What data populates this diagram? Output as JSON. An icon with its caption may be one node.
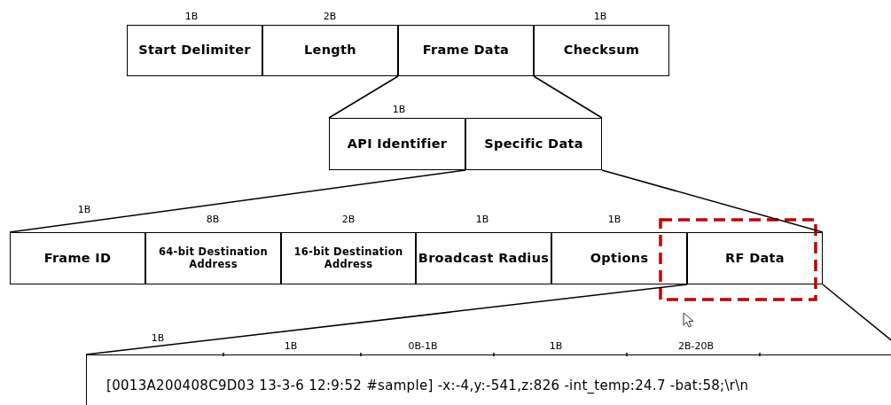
{
  "diagram": {
    "nodes": [
      {
        "text": [
          "Start Delimiter"
        ]
      },
      {
        "text": [
          "Length"
        ]
      },
      {
        "text": [
          "Frame Data"
        ]
      },
      {
        "text": [
          "Checksum"
        ]
      },
      {
        "text": [
          "API Identifier"
        ]
      },
      {
        "text": [
          "Specific Data"
        ]
      },
      {
        "text": [
          "Frame ID"
        ]
      },
      {
        "text": [
          "64-bit Destination Address"
        ]
      },
      {
        "text": [
          "16-bit Destination Address"
        ]
      },
      {
        "text": [
          "Broadcast Radius"
        ]
      },
      {
        "text": [
          "Options"
        ]
      },
      {
        "text": [
          "RF Data"
        ]
      },
      {
        "text": [
          "[0013A200408C9D03 13-3-6 12:9:52 #sample] -x:-4,y:-541,z:826 -int_temp:24.7 -bat:58;\\r\\n"
        ]
      }
    ],
    "edges": [
      {
        "from": 2,
        "to": 4,
        "arrow": "none"
      },
      {
        "from": 2,
        "to": 5,
        "arrow": "none"
      },
      {
        "from": 5,
        "to": 6,
        "arrow": "none"
      },
      {
        "from": 5,
        "to": 11,
        "arrow": "none"
      },
      {
        "from": 11,
        "to": 12,
        "arrow": "none"
      },
      {
        "from": 11,
        "to": 12,
        "arrow": "none"
      }
    ],
    "labels": [
      "1B",
      "2B",
      "1B",
      "1B",
      "1B",
      "8B",
      "2B",
      "1B",
      "1B",
      "1B",
      "1B",
      "0B-1B",
      "1B",
      "2B-20B"
    ]
  }
}
